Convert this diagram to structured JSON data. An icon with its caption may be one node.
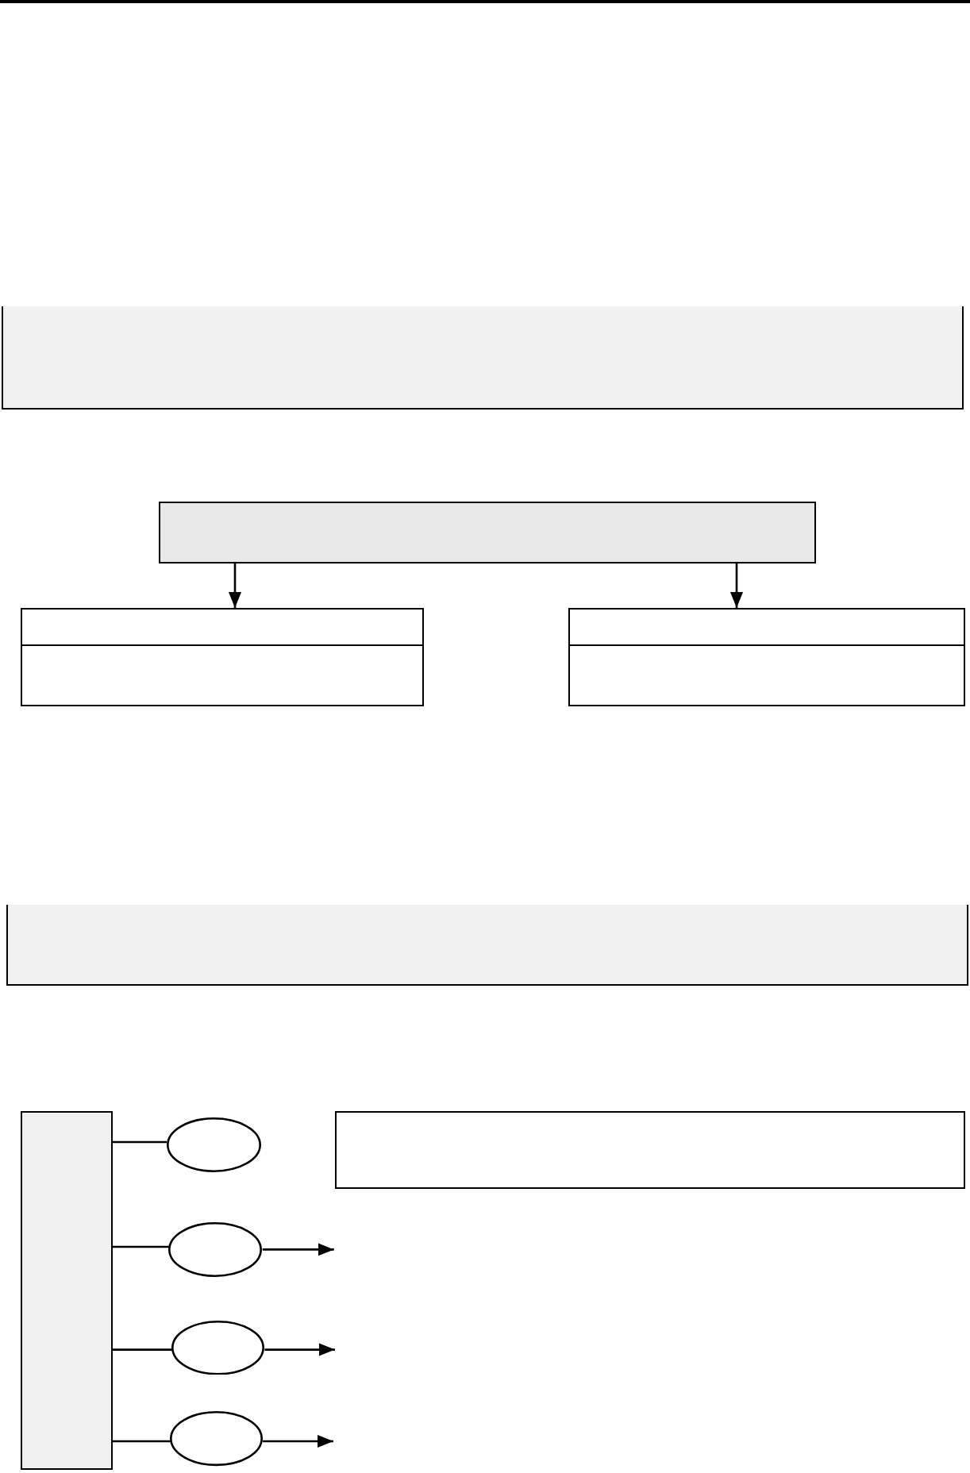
{
  "diagram": {
    "nodes": [
      {
        "text": [],
        "shape": "box"
      },
      {
        "text": [],
        "shape": "box"
      },
      {
        "text": [],
        "shape": "box"
      },
      {
        "text": [],
        "shape": "box"
      },
      {
        "text": [],
        "shape": "box"
      },
      {
        "text": [],
        "shape": "bar"
      },
      {
        "text": [],
        "shape": "ellipse"
      },
      {
        "text": [],
        "shape": "box"
      },
      {
        "text": [],
        "shape": "ellipse"
      },
      {
        "text": [],
        "shape": "ellipse"
      },
      {
        "text": [],
        "shape": "ellipse"
      }
    ],
    "edges": [
      {
        "from": 1,
        "to": 2,
        "arrow": "to"
      },
      {
        "from": 1,
        "to": 3,
        "arrow": "to"
      },
      {
        "from": 5,
        "to": 6,
        "arrow": "none"
      },
      {
        "from": 5,
        "to": 8,
        "arrow": "none"
      },
      {
        "from": 5,
        "to": 9,
        "arrow": "none"
      },
      {
        "from": 5,
        "to": 10,
        "arrow": "none"
      },
      {
        "from": 8,
        "to": null,
        "arrow": "to"
      },
      {
        "from": 9,
        "to": null,
        "arrow": "to"
      },
      {
        "from": 10,
        "to": null,
        "arrow": "to"
      }
    ]
  }
}
